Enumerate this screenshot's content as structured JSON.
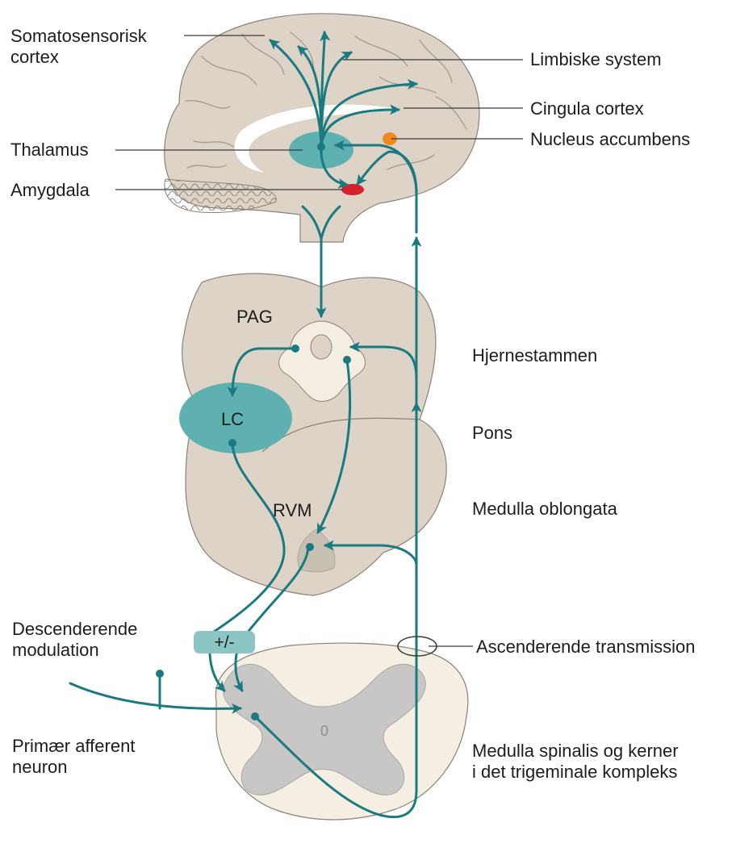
{
  "labels": {
    "somatosensorisk": [
      "Somatosensorisk",
      "cortex"
    ],
    "limbiske": "Limbiske system",
    "cingula": "Cingula cortex",
    "accumbens": "Nucleus accumbens",
    "thalamus": "Thalamus",
    "amygdala": "Amygdala",
    "pag": "PAG",
    "lc": "LC",
    "rvm": "RVM",
    "hjernestammen": "Hjernestammen",
    "pons": "Pons",
    "medulla_oblongata": "Medulla oblongata",
    "descenderende": [
      "Descenderende",
      "modulation"
    ],
    "modulation_box": "+/-",
    "ascenderende": "Ascenderende transmission",
    "primaer": [
      "Primær afferent",
      "neuron"
    ],
    "medulla_spinalis": [
      "Medulla spinalis og kerner",
      "i det trigeminale kompleks"
    ],
    "spinal_zero": "0"
  },
  "colors": {
    "pathway": "#1a7a80",
    "brain_fill": "#ddd3c7",
    "brain_stroke": "#8a8178",
    "thalamus": "#5fb0b0",
    "lc": "#5fb0b0",
    "amygdala": "#d6202c",
    "accumbens": "#f18a1e",
    "pag_fill": "#f3ede2",
    "spinal_outer": "#f5eee3",
    "spinal_grey": "#c8c7c5",
    "modulation_box": "#8cc6c4",
    "leader": "#3a3a3a"
  },
  "icons": {
    "arrowhead": "arrowhead-icon",
    "synapse": "synapse-dot-icon",
    "fiber_bundle": "fiber-bundle-ellipse-icon"
  }
}
